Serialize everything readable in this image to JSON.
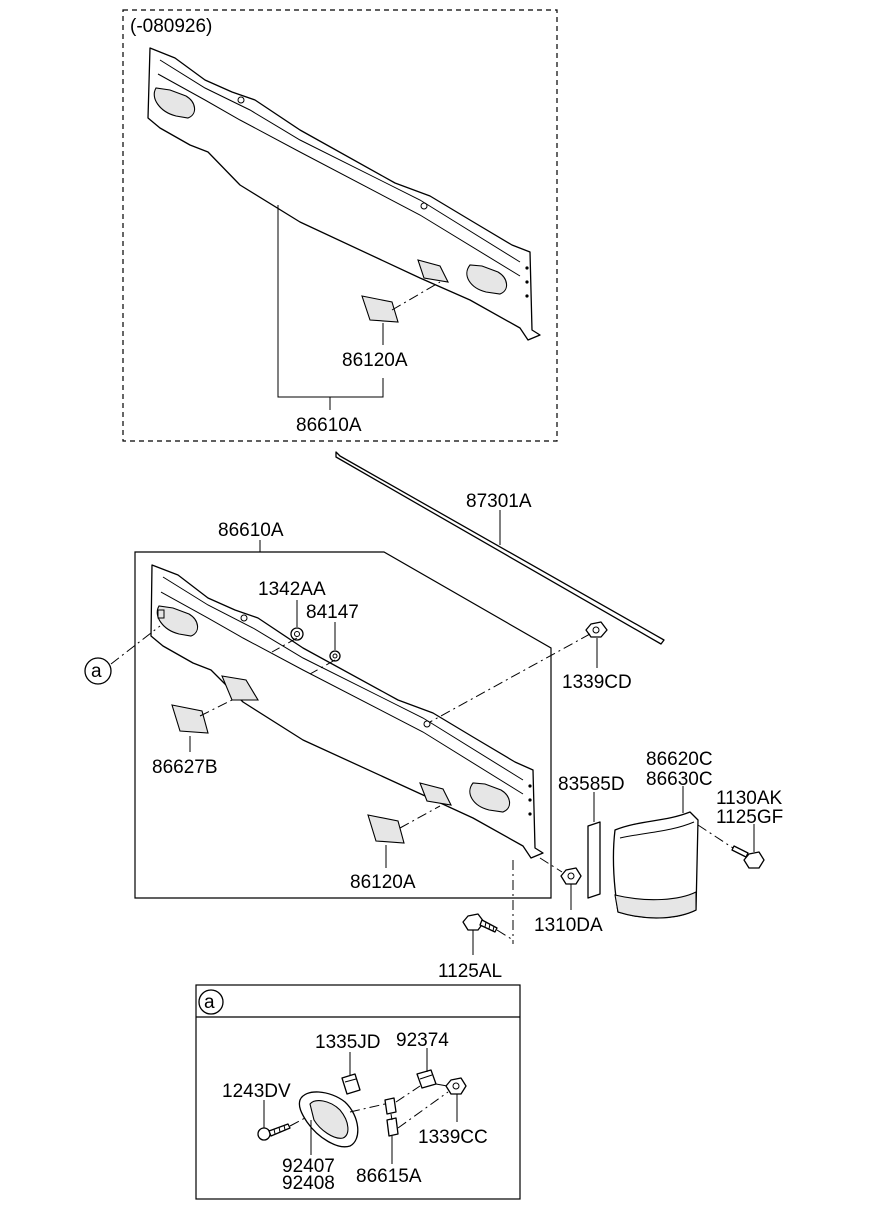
{
  "version_note": "(-080926)",
  "callout_a": {
    "letter": "a"
  },
  "labels": {
    "l86120A_top": "86120A",
    "l86610A_top": "86610A",
    "l87301A": "87301A",
    "l86610A_main": "86610A",
    "l1342AA": "1342AA",
    "l84147": "84147",
    "l1339CD": "1339CD",
    "l86627B": "86627B",
    "l86120A_main": "86120A",
    "l83585D": "83585D",
    "l86620C": "86620C",
    "l86630C": "86630C",
    "l1130AK": "1130AK",
    "l1125GF": "1125GF",
    "l1310DA": "1310DA",
    "l1125AL": "1125AL",
    "l1335JD": "1335JD",
    "l92374": "92374",
    "l1243DV": "1243DV",
    "l1339CC": "1339CC",
    "l92407": "92407",
    "l92408": "92408",
    "l86615A": "86615A"
  }
}
